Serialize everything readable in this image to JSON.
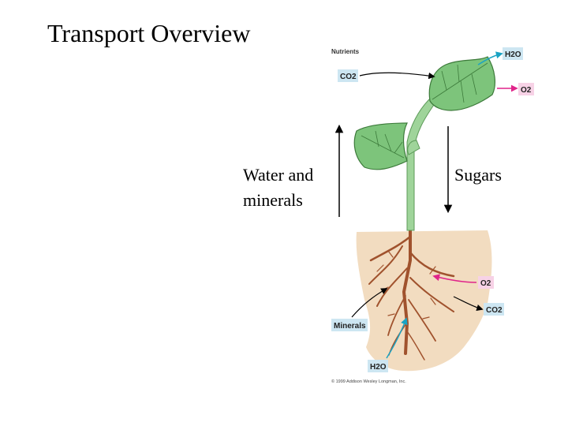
{
  "title": "Transport Overview",
  "labels": {
    "water_minerals_line1": "Water and",
    "water_minerals_line2": "minerals",
    "sugars": "Sugars",
    "nutrients": "Nutrients",
    "co2": "CO2",
    "h2o_top": "H2O",
    "o2_top": "O2",
    "o2_root": "O2",
    "co2_root": "CO2",
    "minerals": "Minerals",
    "h2o_bottom": "H2O",
    "copyright": "© 1999 Addison Wesley Longman, Inc."
  },
  "colors": {
    "leaf": "#7dc47b",
    "leaf_vein": "#3c7a3a",
    "stem": "#9fd49a",
    "soil": "#f2dcc0",
    "root": "#a0522d",
    "box_blue": "#cde6f2",
    "box_pink": "#f7d2e6",
    "arrow_cyan": "#1aa3c4",
    "arrow_magenta": "#e0248a"
  }
}
